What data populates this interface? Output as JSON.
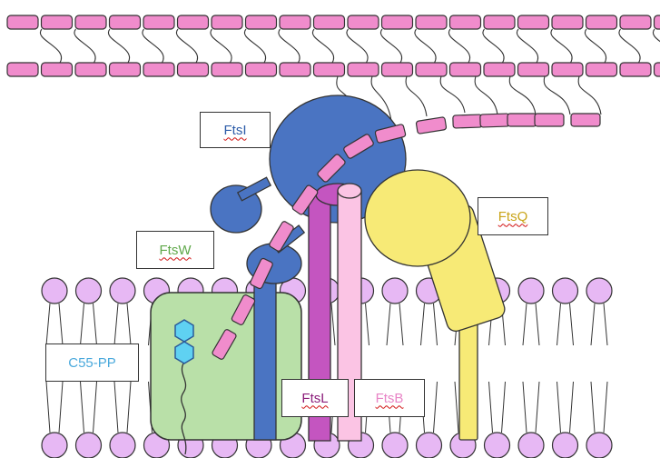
{
  "labels": {
    "ftsI": "FtsI",
    "ftsQ": "FtsQ",
    "ftsW": "FtsW",
    "c55pp": "C55-PP",
    "ftsL": "FtsL",
    "ftsB": "FtsB"
  },
  "colors": {
    "glycan": "#f08ccc",
    "ftsI": "#4a74c2",
    "ftsQ": "#f7ea76",
    "ftsW": "#b9e0a8",
    "ftsL": "#c455c0",
    "ftsB": "#fbc4e4",
    "lipid": "#e7b8f4",
    "lipidII": "#5fd1f2",
    "label_ftsI": "#2c5ca8",
    "label_ftsQ": "#c9a418",
    "label_ftsW": "#5fa84a",
    "label_c55pp": "#4aa9dc",
    "label_ftsL": "#8b1d7a",
    "label_ftsB": "#e884c6"
  }
}
